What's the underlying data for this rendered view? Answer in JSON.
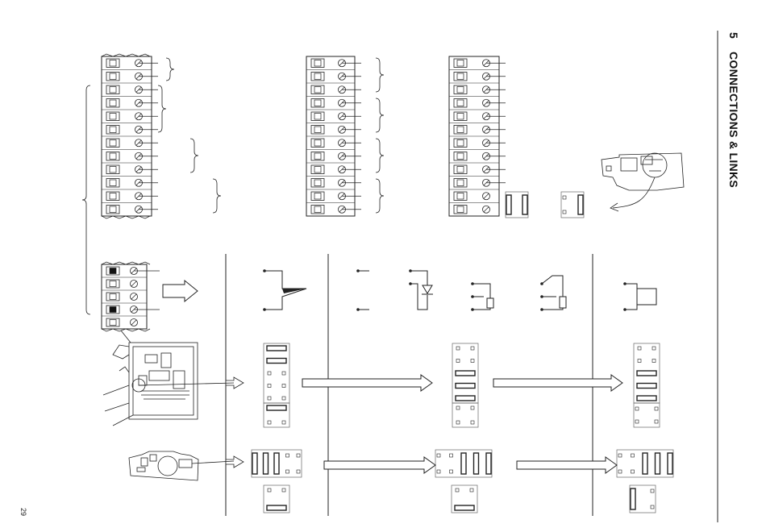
{
  "section": {
    "number": "5",
    "title": "CONNECTIONS & LINKS"
  },
  "page_number": "29",
  "colors": {
    "ink": "#222222",
    "paper": "#ffffff",
    "filled_terminal": "#111111"
  }
}
